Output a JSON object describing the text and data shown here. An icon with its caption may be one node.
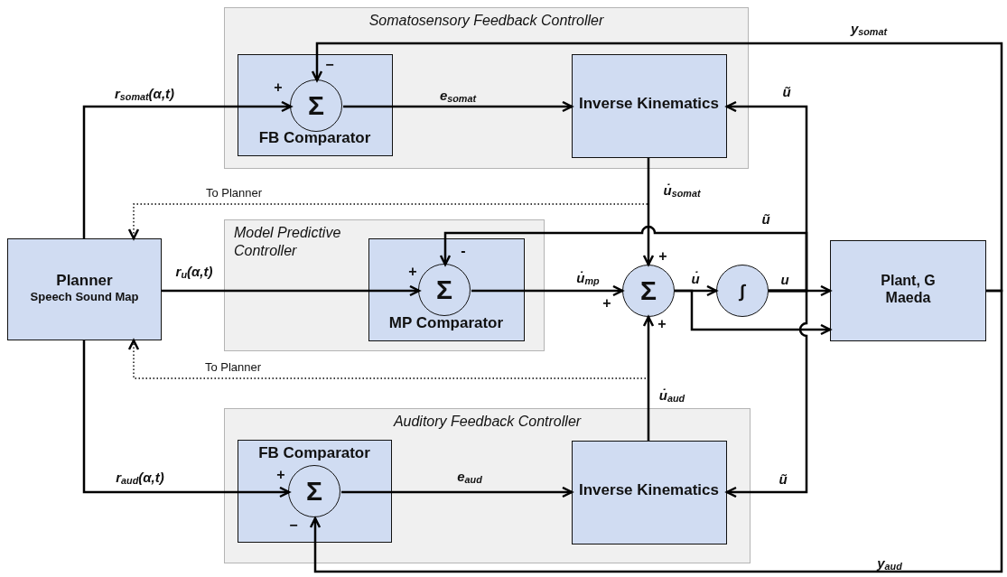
{
  "diagram": {
    "nodes": [
      {
        "text": [
          "Somatosensory Feedback Controller"
        ]
      },
      {
        "text": [
          "FB Comparator"
        ],
        "in": 0
      },
      {
        "text": [
          "Σ"
        ],
        "in": 1,
        "beside": [
          "+",
          "−"
        ]
      },
      {
        "text": [
          "Inverse Kinematics"
        ],
        "in": 0
      },
      {
        "text": [
          "Model Predictive Controller"
        ]
      },
      {
        "text": [
          "MP Comparator"
        ],
        "in": 4
      },
      {
        "text": [
          "Σ"
        ],
        "in": 5,
        "beside": [
          "+",
          "-"
        ]
      },
      {
        "text": [
          "Planner",
          "Speech Sound Map"
        ]
      },
      {
        "text": [
          "Σ"
        ],
        "beside": [
          "+",
          "+",
          "+"
        ]
      },
      {
        "text": [
          "∫"
        ]
      },
      {
        "text": [
          "Plant, G",
          "Maeda"
        ]
      },
      {
        "text": [
          "Auditory Feedback Controller"
        ]
      },
      {
        "text": [
          "FB Comparator"
        ],
        "in": 11
      },
      {
        "text": [
          "Σ"
        ],
        "in": 12,
        "beside": [
          "+",
          "−"
        ]
      },
      {
        "text": [
          "Inverse Kinematics"
        ],
        "in": 11
      }
    ],
    "edges": [
      {
        "from": 7,
        "to": 2,
        "arrow": "to",
        "label": "r$_{somat}$(α,t)"
      },
      {
        "from": 7,
        "to": 6,
        "arrow": "to",
        "label": "r$_{u}$(α,t)"
      },
      {
        "from": 7,
        "to": 13,
        "arrow": "to",
        "label": "r$_{aud}$(α,t)"
      },
      {
        "from": 2,
        "to": 3,
        "arrow": "to",
        "label": "e$_{somat}$"
      },
      {
        "from": 13,
        "to": 14,
        "arrow": "to",
        "label": "e$_{aud}$"
      },
      {
        "from": 3,
        "to": 8,
        "arrow": "to",
        "label": "u̇$_{somat}$"
      },
      {
        "from": 14,
        "to": 8,
        "arrow": "to",
        "label": "u̇$_{aud}$"
      },
      {
        "from": 6,
        "to": 8,
        "arrow": "to",
        "label": "u̇$_{mp}$"
      },
      {
        "from": 8,
        "to": 9,
        "arrow": "to",
        "label": "u̇"
      },
      {
        "from": 9,
        "to": 10,
        "arrow": "to",
        "label": "u"
      },
      {
        "from": 8,
        "to": 10,
        "arrow": "to"
      },
      {
        "from": 10,
        "to": 2,
        "arrow": "to",
        "label": "y$_{somat}$"
      },
      {
        "from": 10,
        "to": 13,
        "arrow": "to",
        "label": "y$_{aud}$"
      },
      {
        "from": 9,
        "to": 3,
        "arrow": "to",
        "label": "ũ"
      },
      {
        "from": 9,
        "to": 6,
        "arrow": "to",
        "label": "ũ"
      },
      {
        "from": 9,
        "to": 14,
        "arrow": "to",
        "label": "ũ"
      },
      {
        "from": 3,
        "to": 7,
        "arrow": "to",
        "label": "To Planner",
        "style": "dashed"
      },
      {
        "from": 14,
        "to": 7,
        "arrow": "to",
        "label": "To Planner",
        "style": "dashed"
      }
    ]
  }
}
